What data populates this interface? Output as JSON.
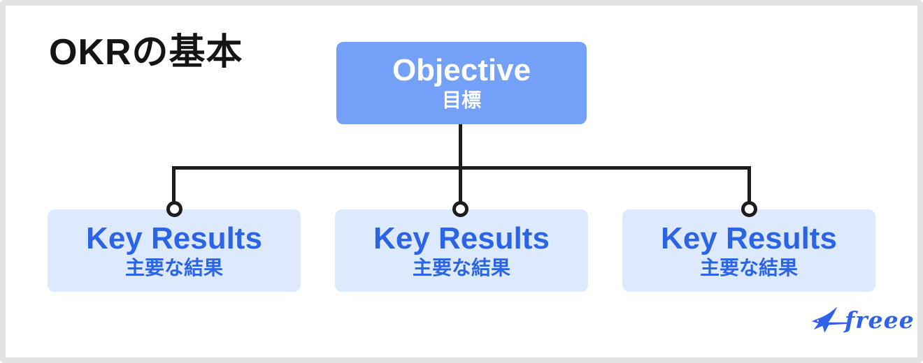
{
  "title": "OKRの基本",
  "diagram": {
    "objective": {
      "label_en": "Objective",
      "label_ja": "目標"
    },
    "key_results": [
      {
        "label_en": "Key Results",
        "label_ja": "主要な結果"
      },
      {
        "label_en": "Key Results",
        "label_ja": "主要な結果"
      },
      {
        "label_en": "Key Results",
        "label_ja": "主要な結果"
      }
    ]
  },
  "logo": {
    "text": "freee",
    "icon": "swallow-bird-icon"
  },
  "colors": {
    "objective_bg": "#75A0F8",
    "objective_text": "#FFFFFF",
    "key_results_bg": "#DDE9FC",
    "key_results_text": "#2C64E6",
    "connector_line": "#1D1D1D",
    "title_text": "#141414",
    "logo_blue": "#2F62E9",
    "frame_border": "#E2E2E2",
    "background": "#FFFFFF"
  }
}
